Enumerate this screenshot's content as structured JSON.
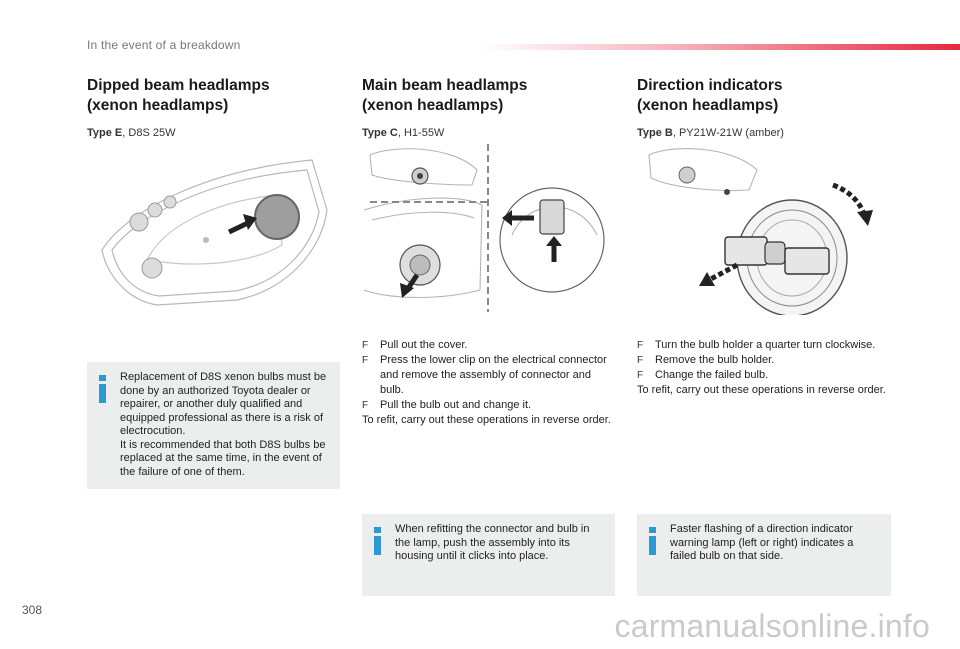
{
  "header": {
    "running_title": "In the event of a breakdown"
  },
  "sections": [
    {
      "title_line1": "Dipped beam headlamps",
      "title_line2": "(xenon headlamps)",
      "type_label": "Type E",
      "type_value": ", D8S 25W",
      "info": [
        "Replacement of D8S xenon bulbs must be done by an authorized Toyota dealer or repairer, or another duly qualified and equipped professional as there is a risk of electrocution.",
        "It is recommended that both D8S bulbs be replaced at the same time, in the event of the failure of one of them."
      ]
    },
    {
      "title_line1": "Main beam headlamps",
      "title_line2": "(xenon headlamps)",
      "type_label": "Type C",
      "type_value": ", H1-55W",
      "bullet": "F",
      "steps": [
        "Pull out the cover.",
        "Press the lower clip on the electrical connector and remove the assembly of connector and bulb.",
        "Pull the bulb out and change it."
      ],
      "refit": "To refit, carry out these operations in reverse order.",
      "info": [
        "When refitting the connector and bulb in the lamp, push the assembly into its housing until it clicks into place."
      ]
    },
    {
      "title_line1": "Direction indicators",
      "title_line2": "(xenon headlamps)",
      "type_label": "Type B",
      "type_value": ", PY21W-21W (amber)",
      "bullet": "F",
      "steps": [
        "Turn the bulb holder a quarter turn clockwise.",
        "Remove the bulb holder.",
        "Change the failed bulb."
      ],
      "refit": "To refit, carry out these operations in reverse order.",
      "info": [
        "Faster flashing of a direction indicator warning lamp (left or right) indicates a failed bulb on that side."
      ]
    }
  ],
  "footer": {
    "page_number": "308",
    "watermark": "carmanualsonline.info"
  },
  "colors": {
    "info_icon": "#2b9ad3",
    "info_bg": "#eceeee",
    "accent_bar": "#e6283f"
  }
}
